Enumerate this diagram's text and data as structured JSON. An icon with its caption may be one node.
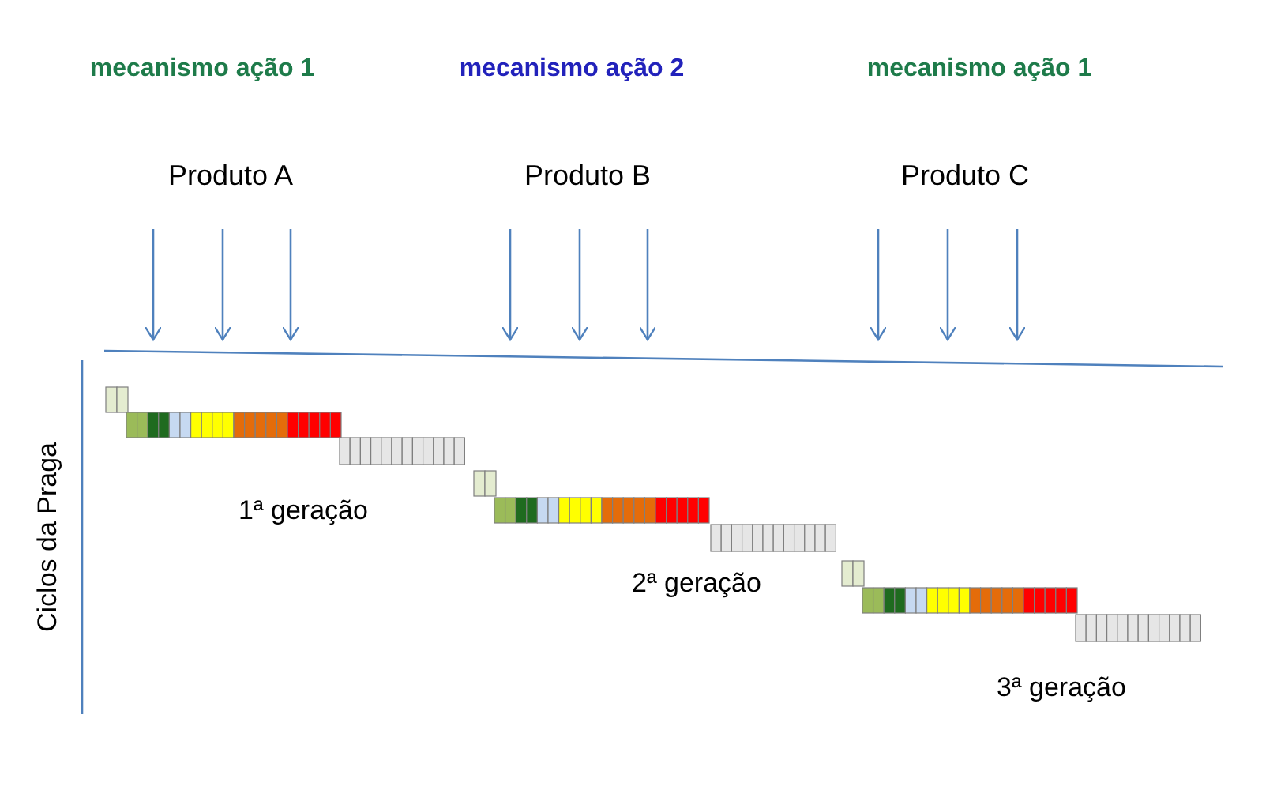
{
  "diagram": {
    "labels": [
      "mecanismo ação 1",
      "mecanismo ação 2",
      "mecanismo ação 1",
      "Produto A",
      "Produto B",
      "Produto C",
      "Ciclos da Praga",
      "1ª geração",
      "2ª geração",
      "3ª geração"
    ]
  }
}
